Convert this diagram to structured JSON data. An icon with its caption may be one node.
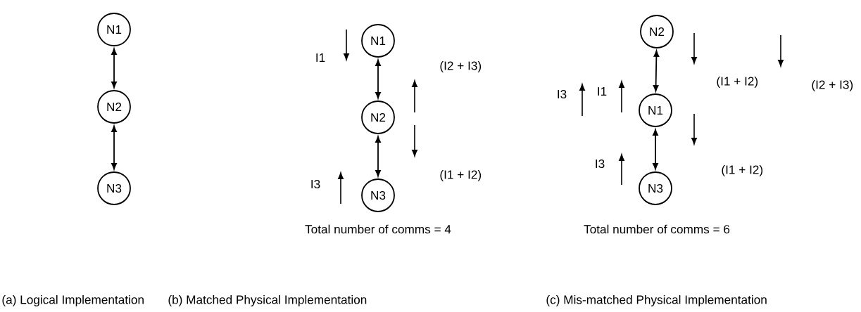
{
  "diagram": {
    "nodes": [
      {
        "text": [
          "N1"
        ]
      },
      {
        "text": [
          "N2"
        ]
      },
      {
        "text": [
          "N3"
        ]
      },
      {
        "text": [
          "N1"
        ]
      },
      {
        "text": [
          "N2"
        ]
      },
      {
        "text": [
          "N3"
        ]
      },
      {
        "text": [
          "N2"
        ]
      },
      {
        "text": [
          "N1"
        ]
      },
      {
        "text": [
          "N3"
        ]
      }
    ],
    "edges": [
      {
        "from": 0,
        "to": 1,
        "arrow": "both"
      },
      {
        "from": 1,
        "to": 2,
        "arrow": "both"
      },
      {
        "from": 3,
        "to": 4,
        "arrow": "both"
      },
      {
        "from": 4,
        "to": 5,
        "arrow": "both"
      },
      {
        "from": 6,
        "to": 7,
        "arrow": "both"
      },
      {
        "from": 7,
        "to": 8,
        "arrow": "both"
      }
    ],
    "labels": [
      "I1",
      "(I2 + I3)",
      "(I1 + I2)",
      "I3",
      "Total number of comms = 4",
      "I3",
      "I1",
      "(I1 + I2)",
      "(I2 + I3)",
      "I3",
      "(I1 + I2)",
      "Total number of comms = 6",
      "(a) Logical Implementation",
      "(b) Matched Physical Implementation",
      "(c) Mis-matched Physical Implementation"
    ]
  }
}
